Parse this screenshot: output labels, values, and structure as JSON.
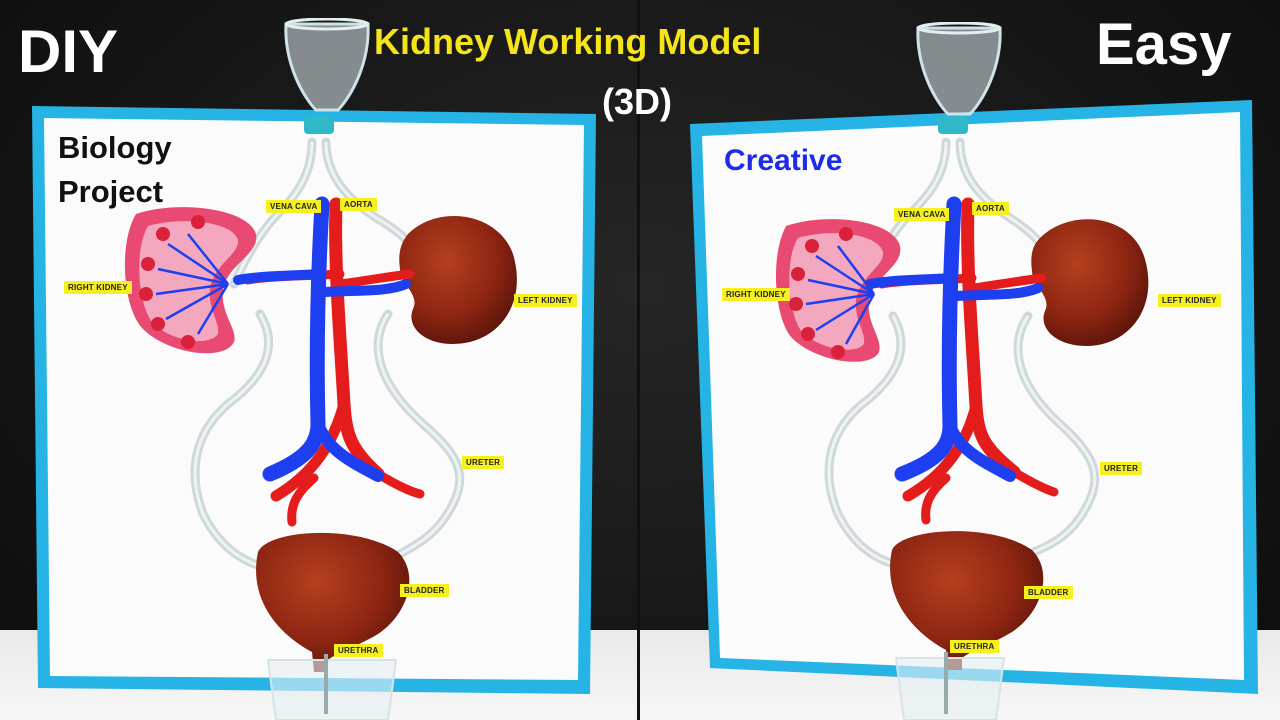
{
  "overlay": {
    "diy": "DIY",
    "title": "Kidney Working Model",
    "subtitle": "(3D)",
    "easy": "Easy",
    "biology_line1": "Biology",
    "biology_line2": "Project",
    "creative": "Creative"
  },
  "model_labels": {
    "vena_cava": "VENA CAVA",
    "aorta": "AORTA",
    "right_kidney": "RIGHT KIDNEY",
    "left_kidney": "LEFT KIDNEY",
    "ureter": "URETER",
    "bladder": "BLADDER",
    "urethra": "URETHRA"
  },
  "colors": {
    "title_yellow": "#f6e41a",
    "creative_blue": "#1d2ce8",
    "board_frame": "#26b4e6",
    "vein_blue": "#1e3ff0",
    "artery_red": "#e51c1c",
    "organ_brown": "#8e2612",
    "label_yellow": "#f7f01f"
  }
}
